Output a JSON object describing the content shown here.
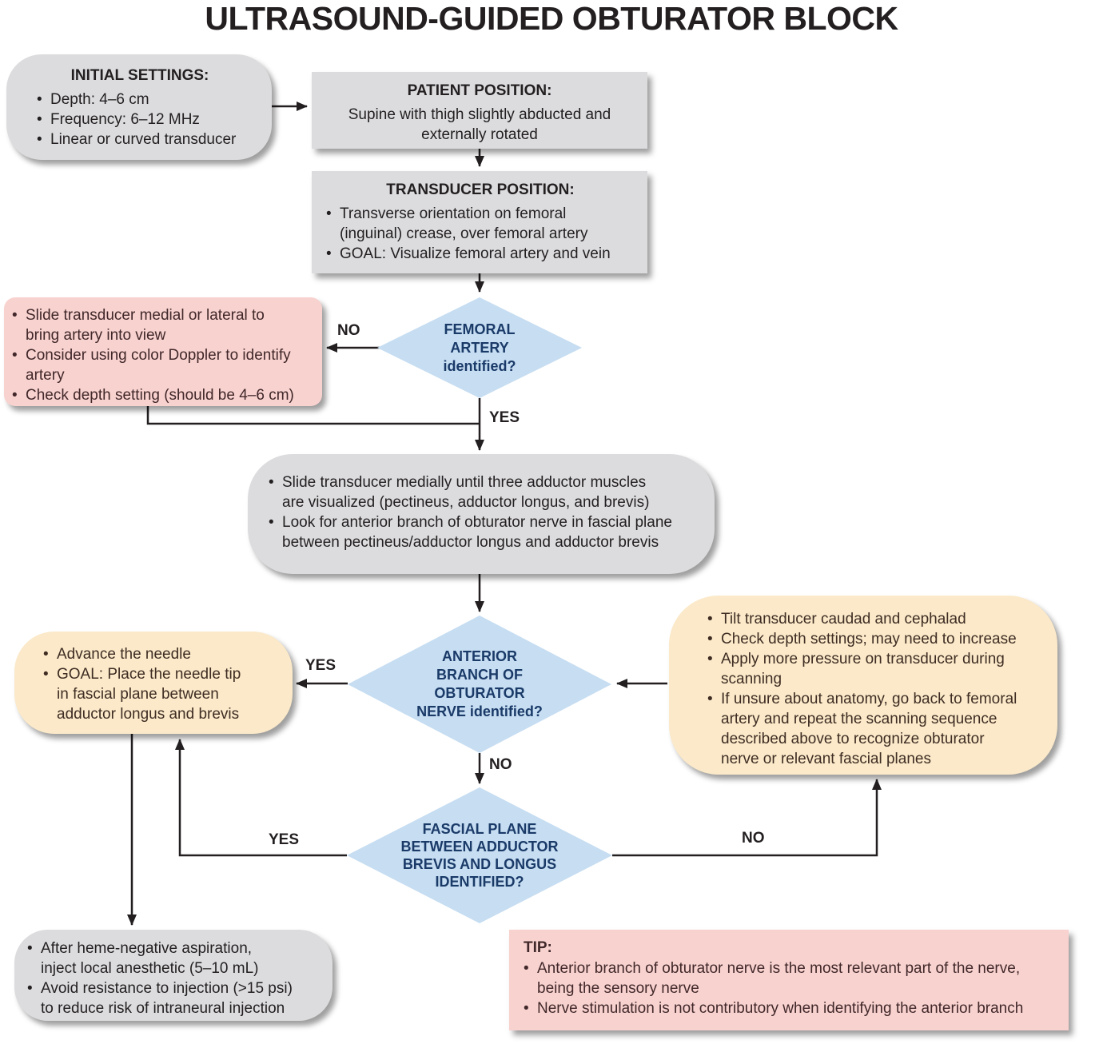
{
  "title": "ULTRASOUND-GUIDED OBTURATOR BLOCK",
  "labels": {
    "yes": "YES",
    "no": "NO"
  },
  "nodes": {
    "initial_settings": {
      "heading": "INITIAL SETTINGS:",
      "bullets": [
        "Depth: 4–6 cm",
        "Frequency: 6–12 MHz",
        "Linear or curved transducer"
      ]
    },
    "patient_position": {
      "heading": "PATIENT POSITION:",
      "body": "Supine with thigh slightly abducted and\nexternally rotated"
    },
    "transducer_position": {
      "heading": "TRANSDUCER POSITION:",
      "bullets": [
        "Transverse orientation on femoral\n(inguinal) crease, over femoral artery",
        "GOAL: Visualize femoral artery and vein"
      ]
    },
    "artery_troubleshoot": {
      "bullets": [
        "Slide transducer medial or lateral to\nbring artery into view",
        "Consider using color Doppler to identify\nartery",
        "Check depth setting (should be 4–6 cm)"
      ]
    },
    "femoral_artery_decision": {
      "lines": [
        "FEMORAL",
        "ARTERY",
        "identified?"
      ]
    },
    "scan_adductors": {
      "bullets": [
        "Slide transducer medially until three adductor muscles\nare visualized (pectineus, adductor longus, and brevis)",
        "Look for anterior branch of obturator nerve in fascial plane\nbetween pectineus/adductor longus and adductor brevis"
      ]
    },
    "anterior_branch_decision": {
      "lines": [
        "ANTERIOR",
        "BRANCH OF",
        "OBTURATOR",
        "NERVE identified?"
      ]
    },
    "advance_needle": {
      "bullets": [
        "Advance the needle",
        "GOAL: Place the needle tip\nin fascial plane between\nadductor longus and brevis"
      ]
    },
    "nerve_troubleshoot": {
      "bullets": [
        "Tilt transducer caudad and cephalad",
        "Check depth settings; may need to increase",
        "Apply more pressure on transducer during\nscanning",
        "If unsure about anatomy, go back to femoral\nartery and repeat the scanning sequence\ndescribed above to recognize obturator\nnerve or relevant fascial planes"
      ]
    },
    "fascial_plane_decision": {
      "lines": [
        "FASCIAL PLANE",
        "BETWEEN ADDUCTOR",
        "BREVIS AND LONGUS",
        "IDENTIFIED?"
      ]
    },
    "injection": {
      "bullets": [
        "After heme-negative aspiration,\ninject local anesthetic (5–10 mL)",
        "Avoid resistance to injection (>15 psi)\nto reduce risk of intraneural injection"
      ]
    },
    "tip": {
      "heading": "TIP:",
      "bullets": [
        "Anterior branch of obturator nerve is the most relevant part of the nerve,\nbeing the sensory nerve",
        "Nerve stimulation is not contributory when identifying the anterior branch"
      ]
    }
  },
  "colors": {
    "gray_box": "#dcdcde",
    "blue_diamond": "#c6ddf2",
    "pink_box": "#f8d2cf",
    "cream_box": "#fbe9c9",
    "diamond_text": "#1a3a68",
    "body_text": "#231f20",
    "connector": "#231f20"
  }
}
